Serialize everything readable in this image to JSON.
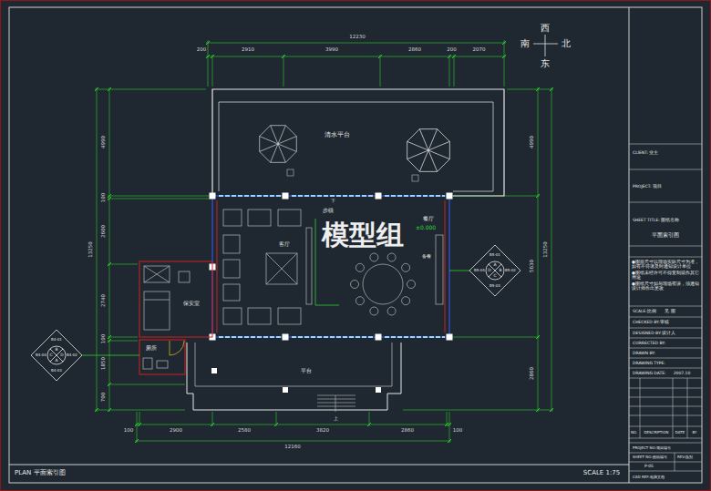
{
  "diagram": {
    "title": "PLAN 平面索引图",
    "labels": [
      "西",
      "南",
      "北",
      "东",
      "12230",
      "200",
      "2910",
      "3990",
      "2860",
      "200",
      "2070",
      "4990",
      "100",
      "2600",
      "2740",
      "100",
      "1850",
      "700",
      "13250",
      "4990",
      "5630",
      "2860",
      "13250",
      "100",
      "2900",
      "2580",
      "3820",
      "2860",
      "100",
      "12160",
      "清水平台",
      "下",
      "步级",
      "餐厅",
      "±0.000",
      "客厅",
      "备餐",
      "保安室",
      "厕所",
      "平台",
      "上",
      "模型组",
      "A",
      "B",
      "C",
      "D",
      "B5-01",
      "B5-02",
      "B5-03",
      "B5-04",
      "B",
      "D",
      "A",
      "C",
      "B4-01",
      "B4-02",
      "B4-03",
      "B4-04",
      "CLIENT: 业主",
      "PROJECT: 项目",
      "SHEET TITLE: 图纸名称",
      "平面索引图",
      "●图面尺寸以现场实际尺寸为准，如有不符请及时通知设计单位",
      "●图纸未经许可不得复制或作其它用途",
      "●图纸尺寸如与现场有误，须通知设计师作出更改",
      "SCALE:比例",
      "见 图",
      "CHECKED BY:审核",
      "DESIGNED BY:设计人",
      "CORRECTED BY:",
      "DRAWN BY:",
      "DRAWING TYPE:",
      "DRAWING DATE:",
      "2007.10",
      "NO.",
      "DESCRIPTION",
      "DATE",
      "BY",
      "PROJECT NO:项目编号",
      "SHEET NO:图纸编号",
      "REV:版别",
      "P-05",
      "CAD REF:电脑文档",
      "SCALE 1:75"
    ]
  }
}
